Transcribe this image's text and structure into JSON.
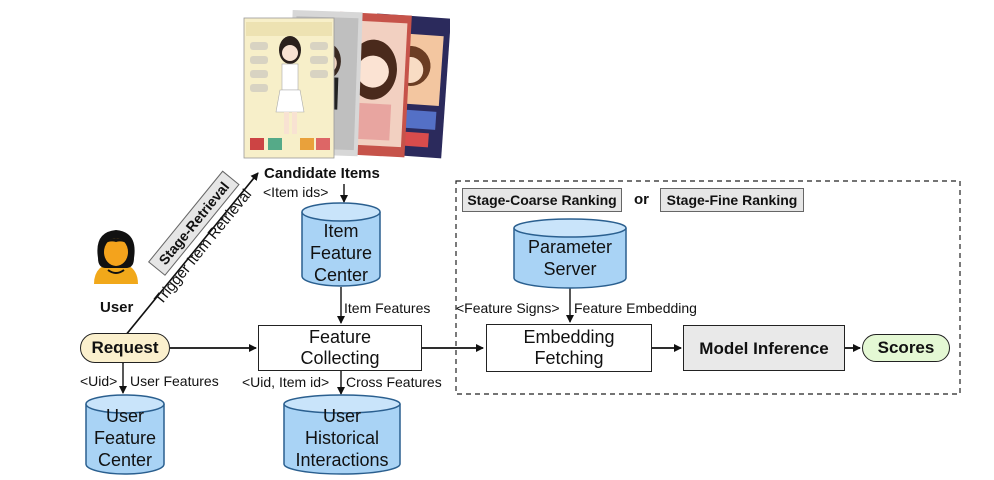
{
  "colors": {
    "db_fill": "#a9d3f5",
    "db_top": "#c9e4fa",
    "db_stroke": "#2a5f8f",
    "request_fill": "#fbf0cd",
    "scores_fill": "#e4f8d4",
    "stage_fill": "#e6e6e6"
  },
  "icons": {
    "user": "user-avatar-icon",
    "screens": "phone-screenshot-stack"
  },
  "candidate": {
    "title": "Candidate Items",
    "ids": "<Item ids>"
  },
  "retrieval": {
    "stage": "Stage-Retrieval",
    "trigger": "Trigger Item Retrieval"
  },
  "user": {
    "label": "User"
  },
  "request": {
    "label": "Request"
  },
  "item_fc": {
    "line1": "Item",
    "line2": "Feature",
    "line3": "Center"
  },
  "item_features": "Item Features",
  "feature_collecting": {
    "line1": "Feature",
    "line2": "Collecting"
  },
  "user_fc": {
    "line1": "User",
    "line2": "Feature",
    "line3": "Center"
  },
  "uid": "<Uid>",
  "user_features": "User Features",
  "uid_item": "<Uid, Item id>",
  "cross_features": "Cross Features",
  "uhi": {
    "line1": "User",
    "line2": "Historical",
    "line3": "Interactions"
  },
  "ranking": {
    "coarse": "Stage-Coarse Ranking",
    "or": "or",
    "fine": "Stage-Fine Ranking"
  },
  "param_server": {
    "line1": "Parameter",
    "line2": "Server"
  },
  "feature_signs": "<Feature Signs>",
  "feature_embedding": "Feature Embedding",
  "embedding_fetching": {
    "line1": "Embedding",
    "line2": "Fetching"
  },
  "model_inference": "Model Inference",
  "scores": "Scores"
}
